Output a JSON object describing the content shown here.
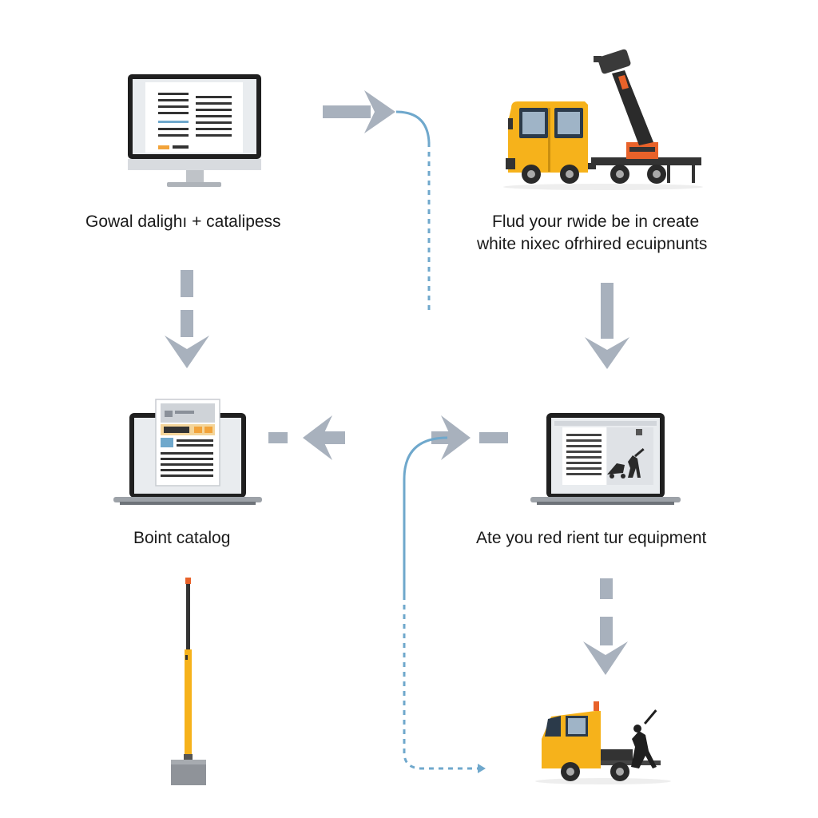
{
  "steps": {
    "desktop_catalog": {
      "label": "Gowal dalighı + catalipess"
    },
    "truck_crane": {
      "label_line1": "Flud your rwide be in create",
      "label_line2": "white nixec ofrhired ecuipnunts"
    },
    "laptop_catalog": {
      "label": "Boint catalog"
    },
    "laptop_equipment": {
      "label": "Ate you red rient tur equipment"
    }
  },
  "colors": {
    "arrow_gray": "#a8b1bd",
    "connector_blue": "#6fa8cc",
    "truck_yellow": "#f6b21b",
    "crane_orange": "#e8622a",
    "device_dark": "#1f1f1f",
    "accent_yellow": "#f2a33a"
  },
  "icons": [
    "desktop-monitor-icon",
    "laptop-document-icon",
    "laptop-equipment-icon",
    "crane-truck-icon",
    "small-truck-icon",
    "equipment-pole-icon",
    "arrow-icon"
  ]
}
